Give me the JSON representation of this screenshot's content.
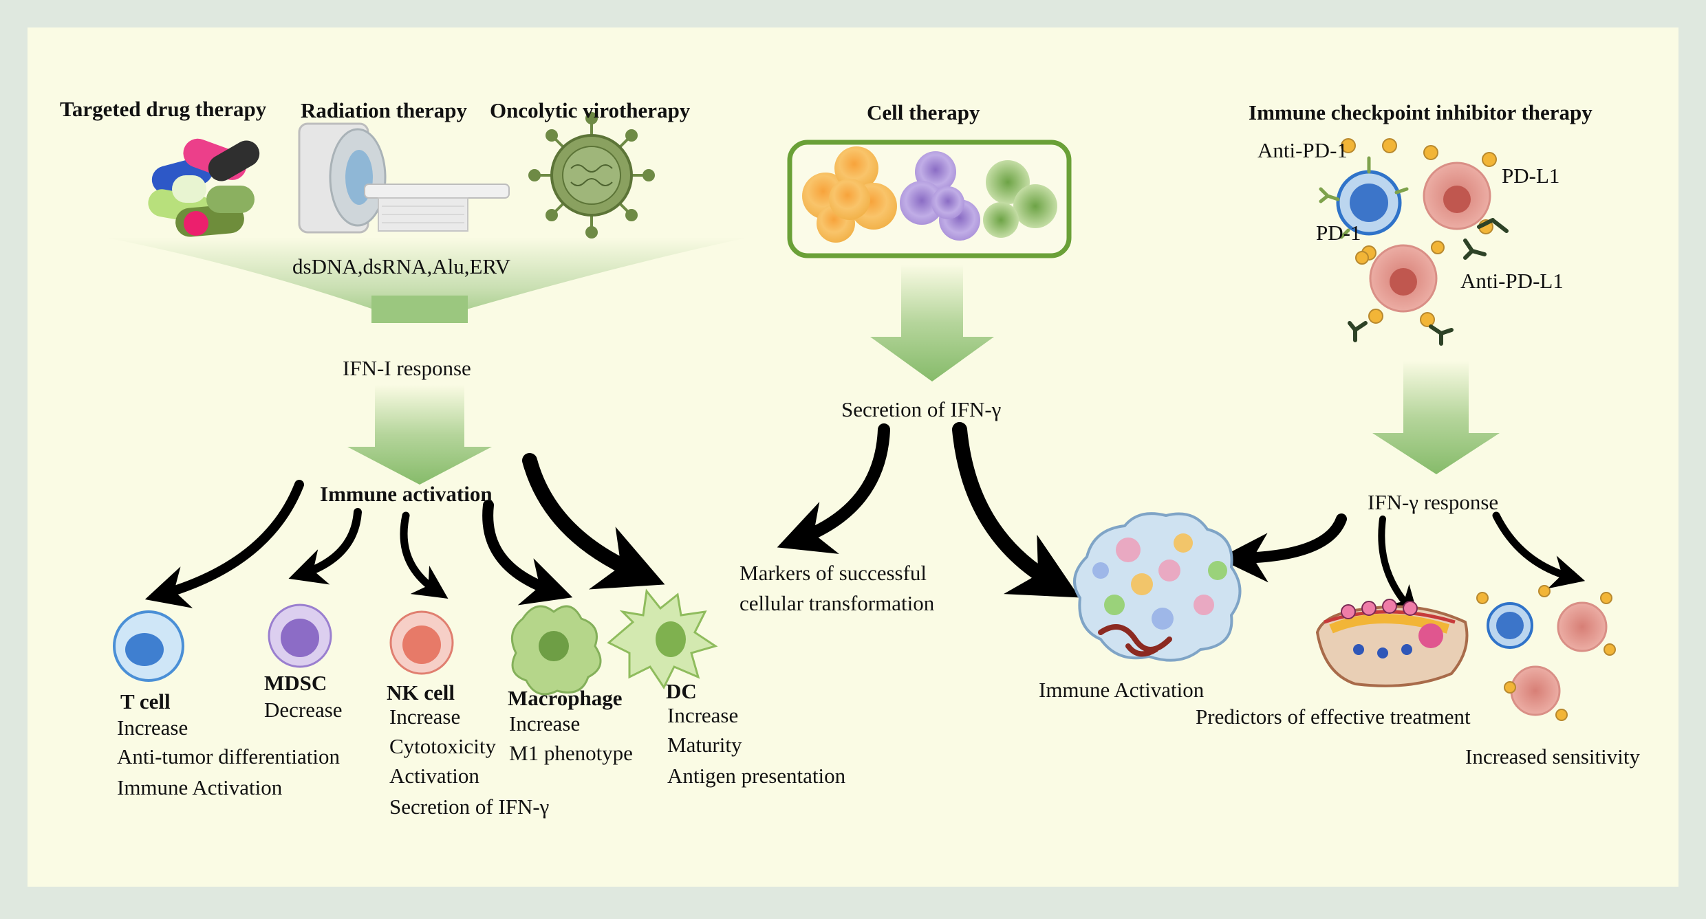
{
  "headings": {
    "targeted_drug": "Targeted drug therapy",
    "radiation": "Radiation therapy",
    "oncolytic": "Oncolytic virotherapy",
    "cell_therapy": "Cell therapy",
    "checkpoint": "Immune checkpoint inhibitor therapy"
  },
  "left_branch": {
    "triggers": "dsDNA,dsRNA,Alu,ERV",
    "response": "IFN-I response",
    "activation": "Immune activation",
    "cells": [
      {
        "name": "T cell",
        "lines": [
          "Increase",
          "Anti-tumor differentiation",
          "Immune Activation"
        ]
      },
      {
        "name": "MDSC",
        "lines": [
          "Decrease"
        ]
      },
      {
        "name": "NK cell",
        "lines": [
          "Increase",
          "Cytotoxicity",
          "Activation",
          "Secretion of IFN-γ"
        ]
      },
      {
        "name": "Macrophage",
        "lines": [
          "Increase",
          "M1 phenotype"
        ]
      },
      {
        "name": "DC",
        "lines": [
          "Increase",
          "Maturity",
          "Antigen presentation"
        ]
      }
    ]
  },
  "middle_branch": {
    "secretion": "Secretion of IFN-γ",
    "markers_line1": "Markers of successful",
    "markers_line2": "cellular transformation",
    "immune_activation": "Immune Activation"
  },
  "right_branch": {
    "anti_pd1": "Anti-PD-1",
    "pd_l1": "PD-L1",
    "pd1": "PD-1",
    "anti_pd_l1": "Anti-PD-L1",
    "response": "IFN-γ response",
    "predictors": "Predictors of effective treatment",
    "sensitivity": "Increased  sensitivity"
  },
  "colors": {
    "background": "#dfe8df",
    "panel": "#fafbe4",
    "green_arrow": "#8dbf72",
    "cell_box_border": "#6aa037"
  }
}
